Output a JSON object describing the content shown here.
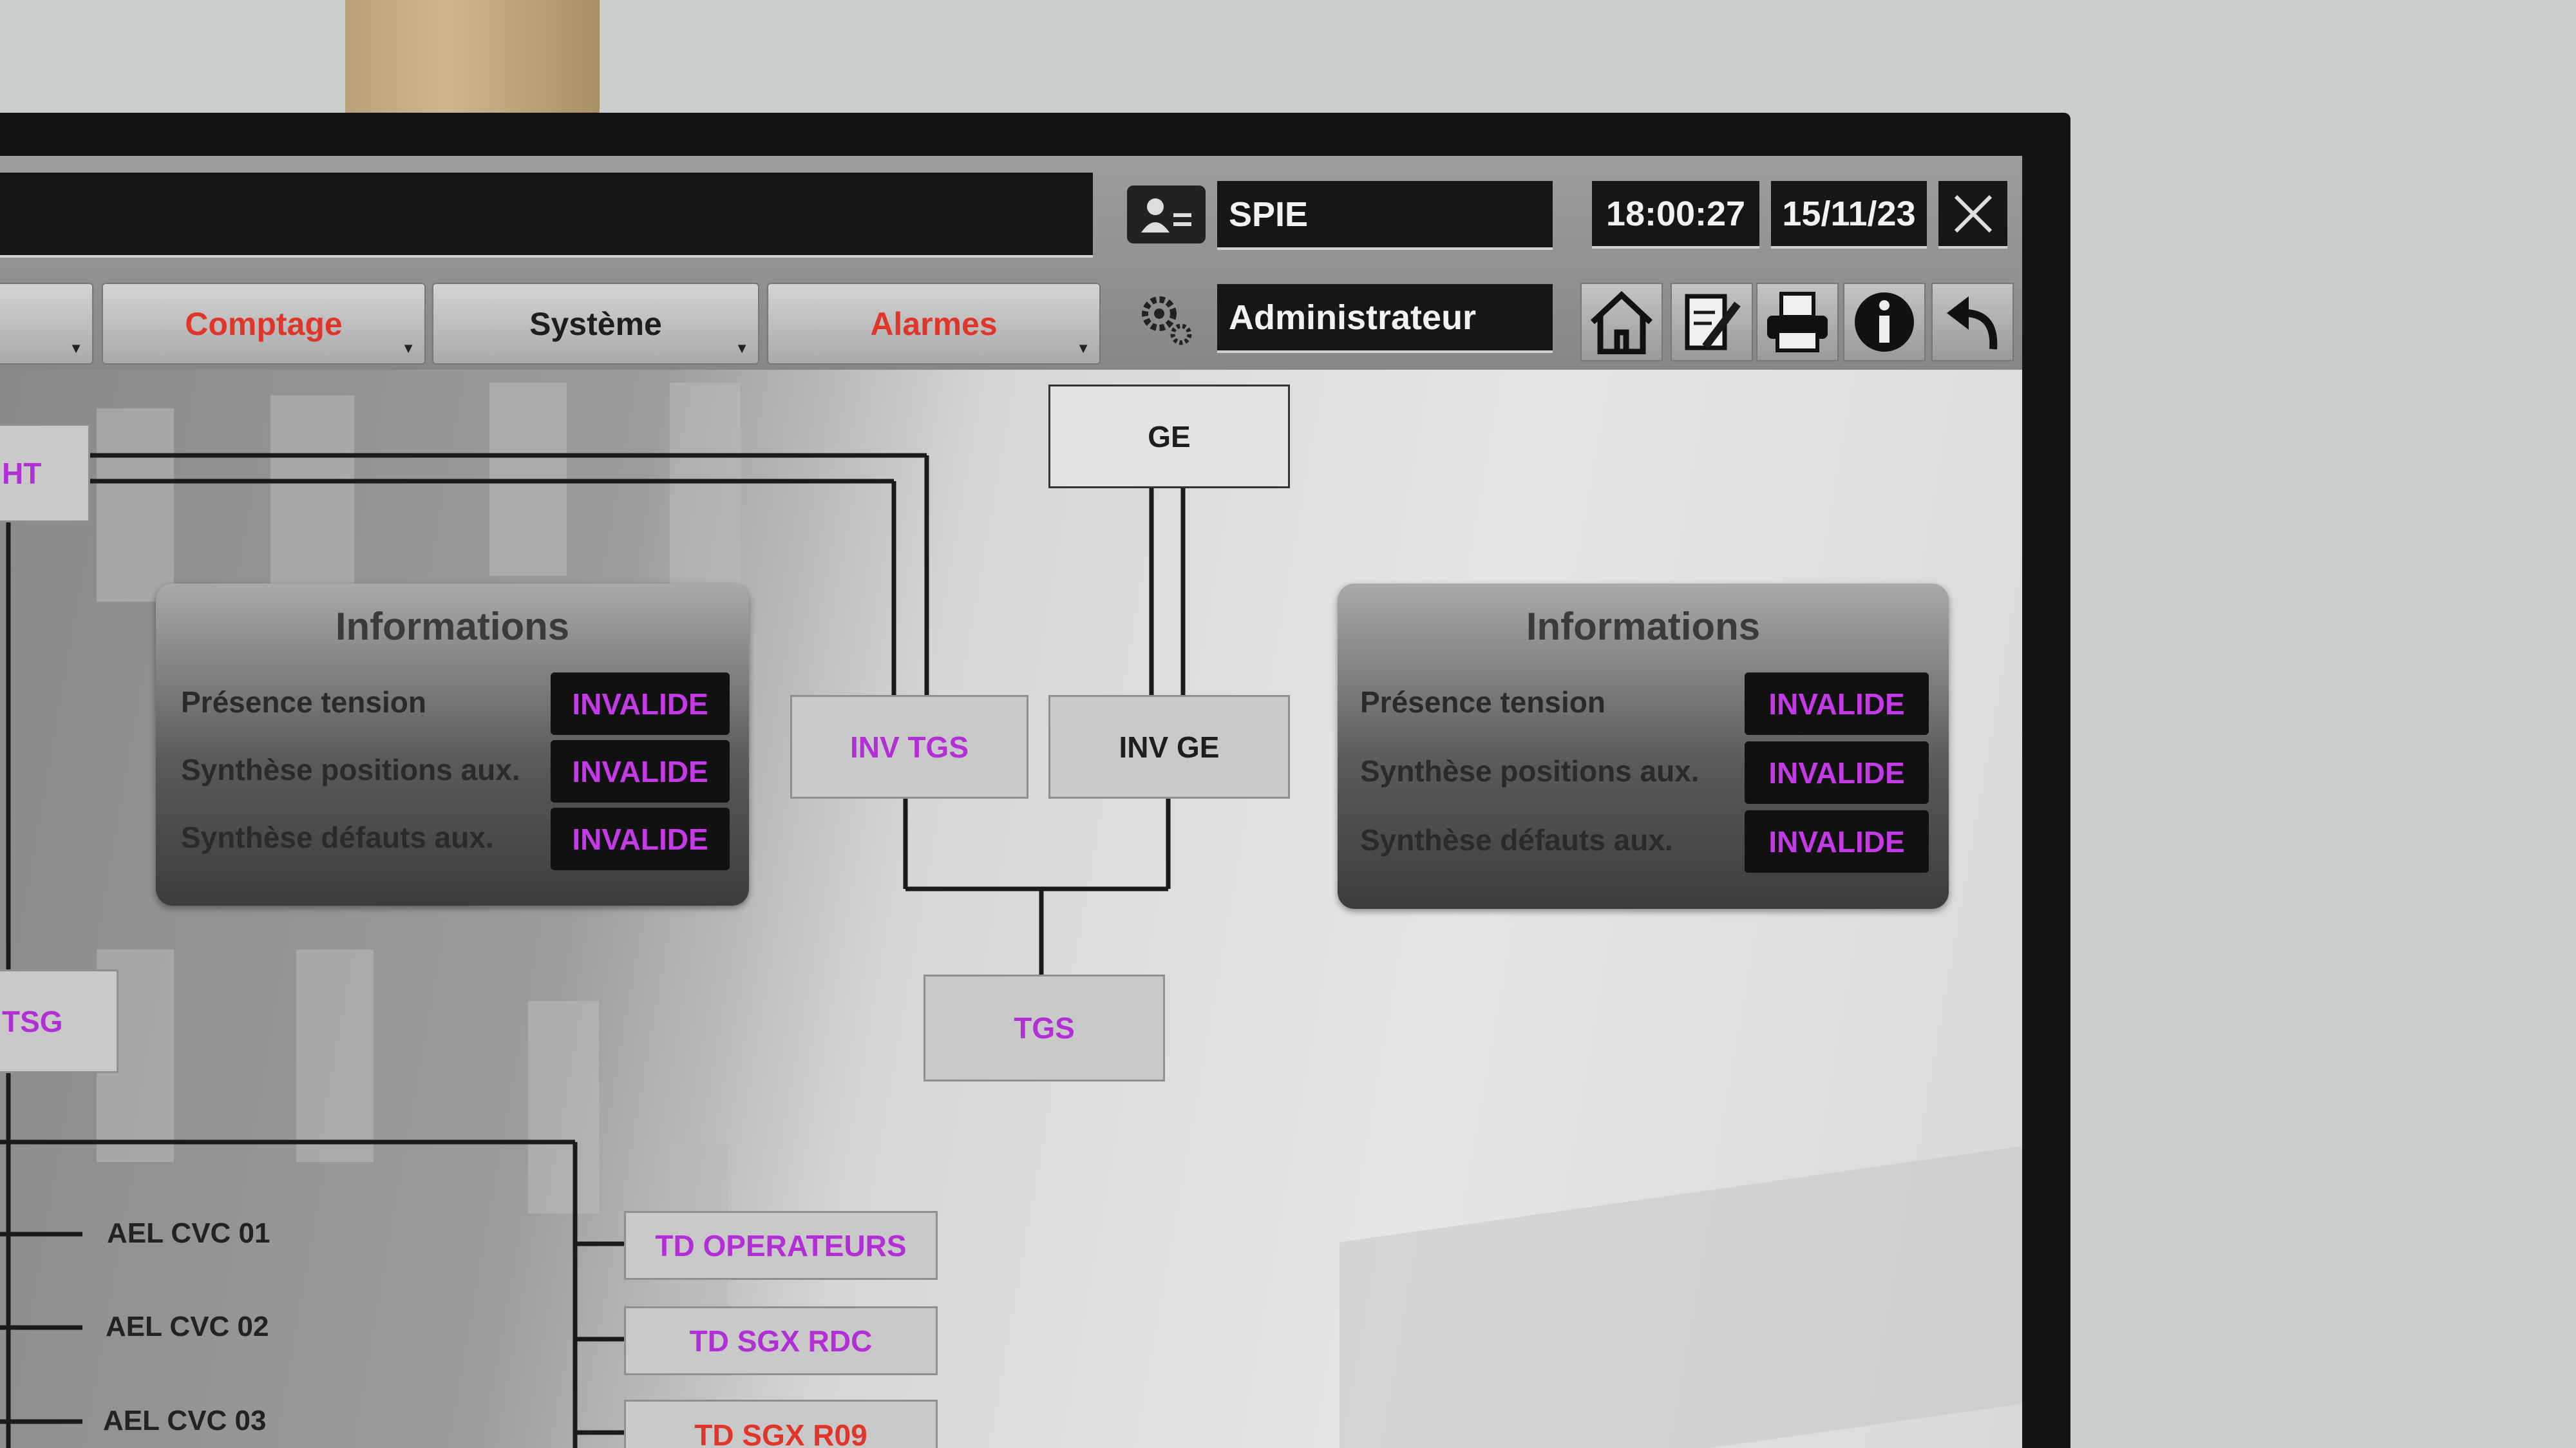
{
  "header": {
    "user": "SPIE",
    "role": "Administrateur",
    "time": "18:00:27",
    "date": "15/11/23"
  },
  "tabs": [
    {
      "label": "Comptage",
      "color": "#e0352a"
    },
    {
      "label": "Système",
      "color": "#333333"
    },
    {
      "label": "Alarmes",
      "color": "#e0352a"
    }
  ],
  "toolbar": {
    "icons": [
      "home-icon",
      "edit-icon",
      "print-icon",
      "info-icon",
      "back-icon"
    ]
  },
  "diagram": {
    "ge": "GE",
    "inv_tgs": "INV TGS",
    "inv_ge": "INV GE",
    "tgs": "TGS",
    "ht": "HT",
    "tsg": "TSG",
    "ael": [
      "AEL CVC 01",
      "AEL CVC 02",
      "AEL CVC 03"
    ],
    "td": [
      "TD OPERATEURS",
      "TD SGX RDC",
      "TD SGX R09"
    ]
  },
  "panels": [
    {
      "title": "Informations",
      "rows": [
        {
          "label": "Présence tension",
          "value": "INVALIDE"
        },
        {
          "label": "Synthèse positions aux.",
          "value": "INVALIDE"
        },
        {
          "label": "Synthèse défauts aux.",
          "value": "INVALIDE"
        }
      ]
    },
    {
      "title": "Informations",
      "rows": [
        {
          "label": "Présence tension",
          "value": "INVALIDE"
        },
        {
          "label": "Synthèse positions aux.",
          "value": "INVALIDE"
        },
        {
          "label": "Synthèse défauts aux.",
          "value": "INVALIDE"
        }
      ]
    }
  ],
  "colors": {
    "invalid": "#c43ae6",
    "alarm": "#e0352a",
    "purple": "#b22fd6"
  }
}
